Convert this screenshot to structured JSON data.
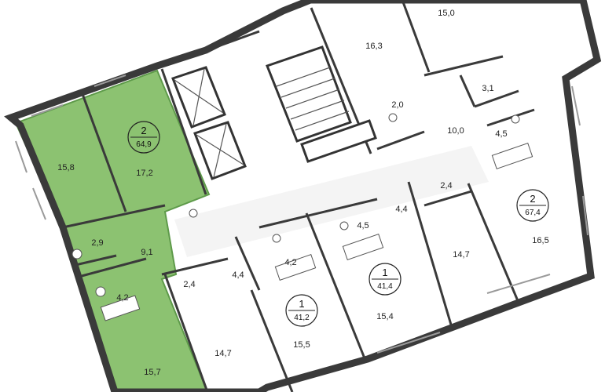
{
  "colors": {
    "highlight": "#8cc271",
    "highlight_stroke": "#5e9a4a",
    "wall": "#3a3a3a",
    "background": "#ffffff"
  },
  "plan": {
    "rotation_deg": -19,
    "units": [
      {
        "id": "unit-2-left",
        "rooms": "2",
        "area": "64,9",
        "highlighted": true
      },
      {
        "id": "unit-2-right",
        "rooms": "2",
        "area": "67,4",
        "highlighted": false
      },
      {
        "id": "unit-1-center",
        "rooms": "1",
        "area": "41,4",
        "highlighted": false
      },
      {
        "id": "unit-1-lower",
        "rooms": "1",
        "area": "41,2",
        "highlighted": false
      }
    ],
    "rooms": [
      {
        "label": "15,8"
      },
      {
        "label": "17,2"
      },
      {
        "label": "2,9"
      },
      {
        "label": "9,1"
      },
      {
        "label": "4,2"
      },
      {
        "label": "15,7"
      },
      {
        "label": "2,4"
      },
      {
        "label": "4,4"
      },
      {
        "label": "14,7"
      },
      {
        "label": "4,2"
      },
      {
        "label": "15,5"
      },
      {
        "label": "15,4"
      },
      {
        "label": "4,5"
      },
      {
        "label": "4,4"
      },
      {
        "label": "14,7"
      },
      {
        "label": "2,4"
      },
      {
        "label": "16,5"
      },
      {
        "label": "16,3"
      },
      {
        "label": "15,0"
      },
      {
        "label": "3,1"
      },
      {
        "label": "2,0"
      },
      {
        "label": "10,0"
      },
      {
        "label": "4,5"
      }
    ]
  }
}
